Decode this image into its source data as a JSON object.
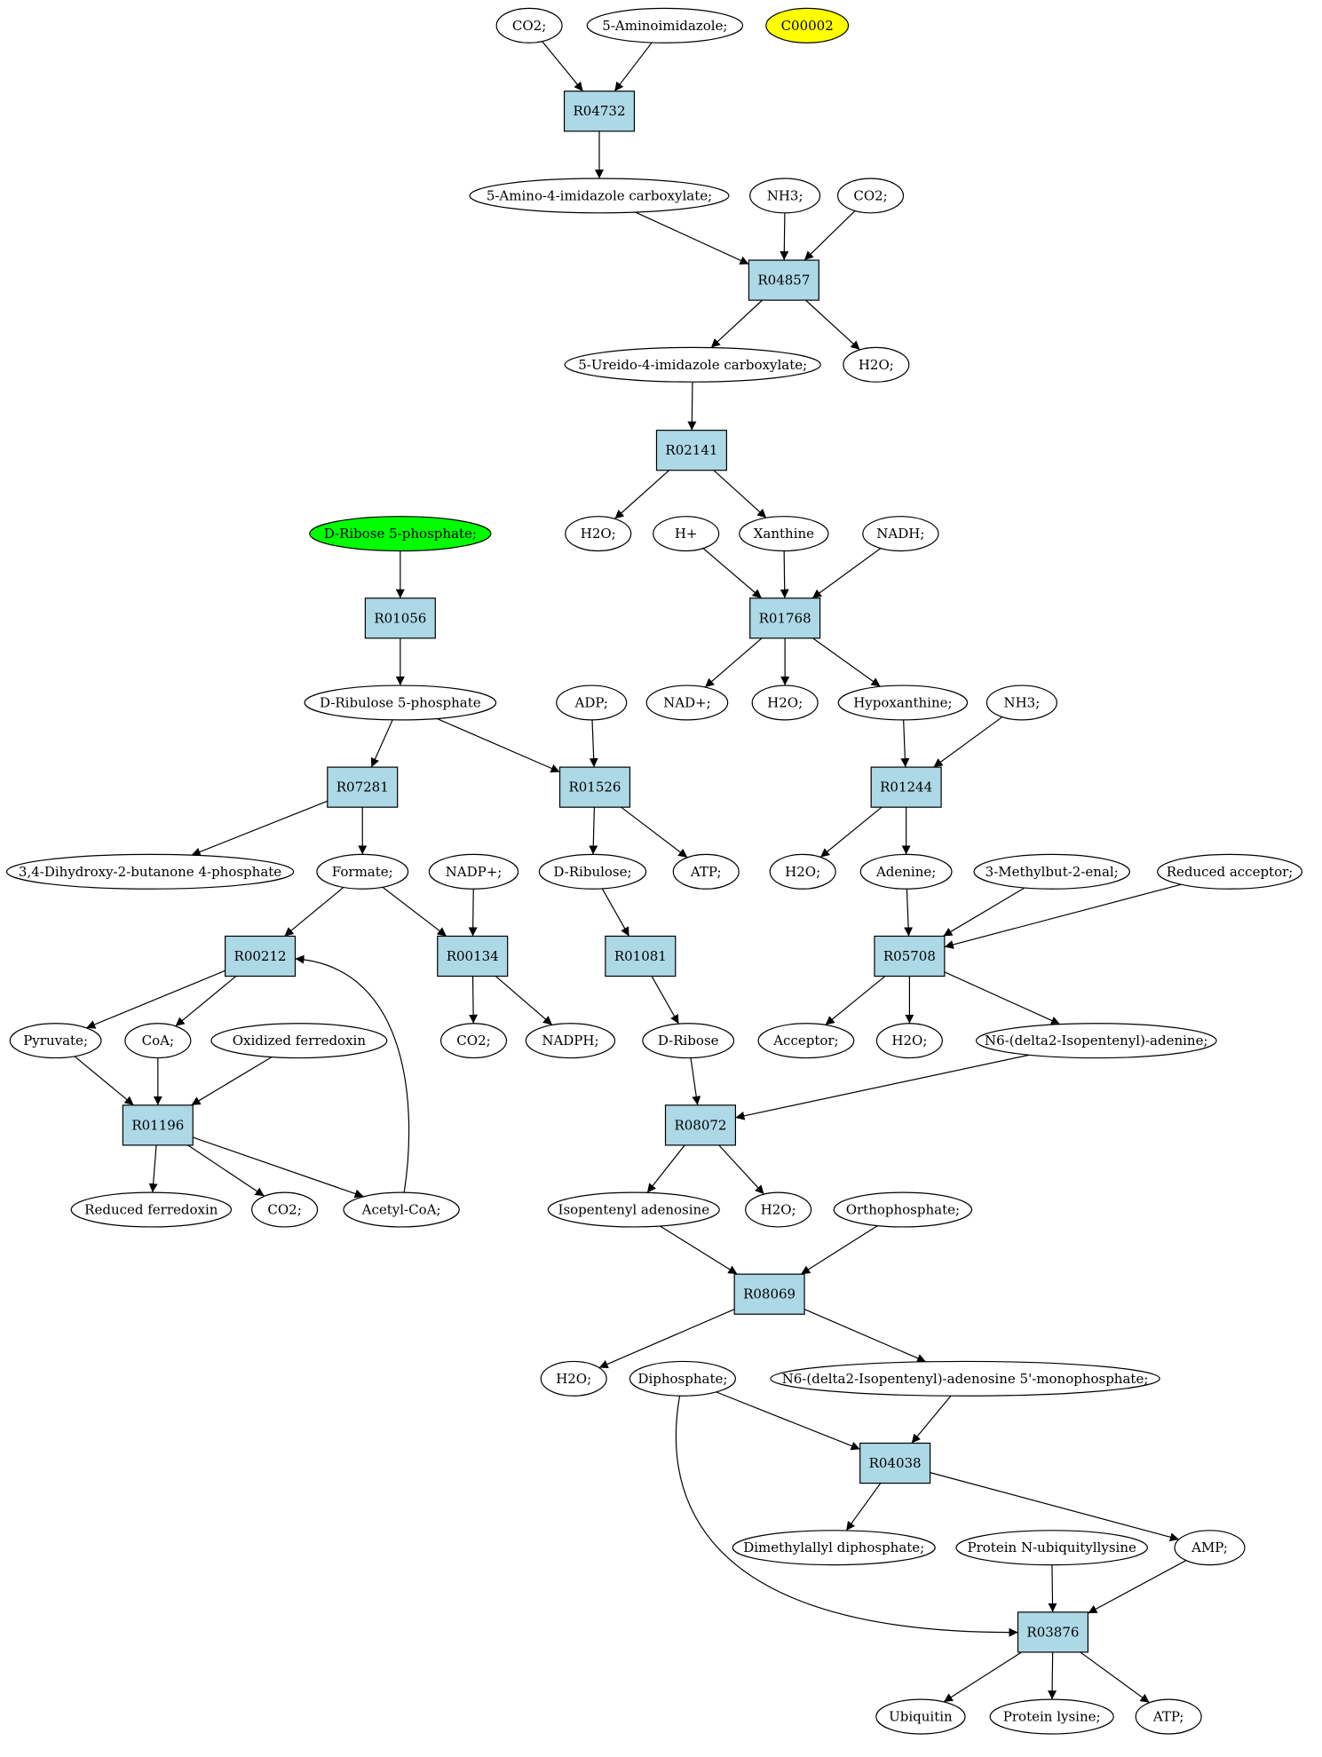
{
  "colors": {
    "reaction_fill": "#add8e6",
    "compound_fill": "#ffffff",
    "highlight_start": "#00ff00",
    "highlight_query": "#ffff00",
    "edge": "#000000"
  },
  "nodes": {
    "co2_1": {
      "label": "CO2;",
      "shape": "ellipse"
    },
    "aminoimidazole": {
      "label": "5-Aminoimidazole;",
      "shape": "ellipse"
    },
    "c00002": {
      "label": "C00002",
      "shape": "ellipse",
      "fill": "highlight_query"
    },
    "r04732": {
      "label": "R04732",
      "shape": "box"
    },
    "amino_imid_carbox": {
      "label": "5-Amino-4-imidazole carboxylate;",
      "shape": "ellipse"
    },
    "nh3_1": {
      "label": "NH3;",
      "shape": "ellipse"
    },
    "co2_2": {
      "label": "CO2;",
      "shape": "ellipse"
    },
    "r04857": {
      "label": "R04857",
      "shape": "box"
    },
    "ureido_imid_carbox": {
      "label": "5-Ureido-4-imidazole carboxylate;",
      "shape": "ellipse"
    },
    "h2o_1": {
      "label": "H2O;",
      "shape": "ellipse"
    },
    "r02141": {
      "label": "R02141",
      "shape": "box"
    },
    "ribose5p": {
      "label": "D-Ribose 5-phosphate;",
      "shape": "ellipse",
      "fill": "highlight_start"
    },
    "h2o_2": {
      "label": "H2O;",
      "shape": "ellipse"
    },
    "hplus": {
      "label": "H+",
      "shape": "ellipse"
    },
    "xanthine": {
      "label": "Xanthine",
      "shape": "ellipse"
    },
    "nadh": {
      "label": "NADH;",
      "shape": "ellipse"
    },
    "r01056": {
      "label": "R01056",
      "shape": "box"
    },
    "r01768": {
      "label": "R01768",
      "shape": "box"
    },
    "ribulose5p": {
      "label": "D-Ribulose 5-phosphate",
      "shape": "ellipse"
    },
    "adp": {
      "label": "ADP;",
      "shape": "ellipse"
    },
    "nadplus": {
      "label": "NAD+;",
      "shape": "ellipse"
    },
    "h2o_3": {
      "label": "H2O;",
      "shape": "ellipse"
    },
    "hypoxanthine": {
      "label": "Hypoxanthine;",
      "shape": "ellipse"
    },
    "nh3_2": {
      "label": "NH3;",
      "shape": "ellipse"
    },
    "r07281": {
      "label": "R07281",
      "shape": "box"
    },
    "r01526": {
      "label": "R01526",
      "shape": "box"
    },
    "r01244": {
      "label": "R01244",
      "shape": "box"
    },
    "dihydroxybutanone": {
      "label": "3,4-Dihydroxy-2-butanone 4-phosphate",
      "shape": "ellipse"
    },
    "formate": {
      "label": "Formate;",
      "shape": "ellipse"
    },
    "nadpplus": {
      "label": "NADP+;",
      "shape": "ellipse"
    },
    "ribulose": {
      "label": "D-Ribulose;",
      "shape": "ellipse"
    },
    "atp_1": {
      "label": "ATP;",
      "shape": "ellipse"
    },
    "h2o_4": {
      "label": "H2O;",
      "shape": "ellipse"
    },
    "adenine": {
      "label": "Adenine;",
      "shape": "ellipse"
    },
    "methylbutenal": {
      "label": "3-Methylbut-2-enal;",
      "shape": "ellipse"
    },
    "reduced_acceptor": {
      "label": "Reduced acceptor;",
      "shape": "ellipse"
    },
    "r00212": {
      "label": "R00212",
      "shape": "box"
    },
    "r00134": {
      "label": "R00134",
      "shape": "box"
    },
    "r01081": {
      "label": "R01081",
      "shape": "box"
    },
    "r05708": {
      "label": "R05708",
      "shape": "box"
    },
    "pyruvate": {
      "label": "Pyruvate;",
      "shape": "ellipse"
    },
    "coa": {
      "label": "CoA;",
      "shape": "ellipse"
    },
    "oxidized_ferredoxin": {
      "label": "Oxidized ferredoxin",
      "shape": "ellipse"
    },
    "co2_3": {
      "label": "CO2;",
      "shape": "ellipse"
    },
    "nadph": {
      "label": "NADPH;",
      "shape": "ellipse"
    },
    "dribose": {
      "label": "D-Ribose",
      "shape": "ellipse"
    },
    "acceptor": {
      "label": "Acceptor;",
      "shape": "ellipse"
    },
    "h2o_5": {
      "label": "H2O;",
      "shape": "ellipse"
    },
    "n6_isopentenyl_adenine": {
      "label": "N6-(delta2-Isopentenyl)-adenine;",
      "shape": "ellipse"
    },
    "r01196": {
      "label": "R01196",
      "shape": "box"
    },
    "r08072": {
      "label": "R08072",
      "shape": "box"
    },
    "reduced_ferredoxin": {
      "label": "Reduced ferredoxin",
      "shape": "ellipse"
    },
    "co2_4": {
      "label": "CO2;",
      "shape": "ellipse"
    },
    "acetylcoa": {
      "label": "Acetyl-CoA;",
      "shape": "ellipse"
    },
    "isopentenyl_adenosine": {
      "label": "Isopentenyl adenosine",
      "shape": "ellipse"
    },
    "h2o_6": {
      "label": "H2O;",
      "shape": "ellipse"
    },
    "orthophosphate": {
      "label": "Orthophosphate;",
      "shape": "ellipse"
    },
    "r08069": {
      "label": "R08069",
      "shape": "box"
    },
    "h2o_7": {
      "label": "H2O;",
      "shape": "ellipse"
    },
    "diphosphate": {
      "label": "Diphosphate;",
      "shape": "ellipse"
    },
    "n6_amp": {
      "label": "N6-(delta2-Isopentenyl)-adenosine 5'-monophosphate;",
      "shape": "ellipse"
    },
    "r04038": {
      "label": "R04038",
      "shape": "box"
    },
    "dmapp": {
      "label": "Dimethylallyl diphosphate;",
      "shape": "ellipse"
    },
    "protein_ubiq": {
      "label": "Protein N-ubiquityllysine",
      "shape": "ellipse"
    },
    "amp": {
      "label": "AMP;",
      "shape": "ellipse"
    },
    "r03876": {
      "label": "R03876",
      "shape": "box"
    },
    "ubiquitin": {
      "label": "Ubiquitin",
      "shape": "ellipse"
    },
    "protein_lysine": {
      "label": "Protein lysine;",
      "shape": "ellipse"
    },
    "atp_2": {
      "label": "ATP;",
      "shape": "ellipse"
    }
  },
  "edges": [
    [
      "co2_1",
      "r04732"
    ],
    [
      "aminoimidazole",
      "r04732"
    ],
    [
      "r04732",
      "amino_imid_carbox"
    ],
    [
      "amino_imid_carbox",
      "r04857"
    ],
    [
      "nh3_1",
      "r04857"
    ],
    [
      "co2_2",
      "r04857"
    ],
    [
      "r04857",
      "ureido_imid_carbox"
    ],
    [
      "r04857",
      "h2o_1"
    ],
    [
      "ureido_imid_carbox",
      "r02141"
    ],
    [
      "r02141",
      "h2o_2"
    ],
    [
      "r02141",
      "xanthine"
    ],
    [
      "hplus",
      "r01768"
    ],
    [
      "xanthine",
      "r01768"
    ],
    [
      "nadh",
      "r01768"
    ],
    [
      "r01768",
      "nadplus"
    ],
    [
      "r01768",
      "h2o_3"
    ],
    [
      "r01768",
      "hypoxanthine"
    ],
    [
      "ribose5p",
      "r01056"
    ],
    [
      "r01056",
      "ribulose5p"
    ],
    [
      "ribulose5p",
      "r07281"
    ],
    [
      "ribulose5p",
      "r01526"
    ],
    [
      "adp",
      "r01526"
    ],
    [
      "hypoxanthine",
      "r01244"
    ],
    [
      "nh3_2",
      "r01244"
    ],
    [
      "r07281",
      "dihydroxybutanone"
    ],
    [
      "r07281",
      "formate"
    ],
    [
      "r01526",
      "ribulose"
    ],
    [
      "r01526",
      "atp_1"
    ],
    [
      "r01244",
      "h2o_4"
    ],
    [
      "r01244",
      "adenine"
    ],
    [
      "formate",
      "r00212"
    ],
    [
      "formate",
      "r00134"
    ],
    [
      "nadpplus",
      "r00134"
    ],
    [
      "ribulose",
      "r01081"
    ],
    [
      "adenine",
      "r05708"
    ],
    [
      "methylbutenal",
      "r05708"
    ],
    [
      "reduced_acceptor",
      "r05708"
    ],
    [
      "r00212",
      "pyruvate"
    ],
    [
      "r00212",
      "coa"
    ],
    [
      "r00134",
      "co2_3"
    ],
    [
      "r00134",
      "nadph"
    ],
    [
      "r01081",
      "dribose"
    ],
    [
      "r05708",
      "acceptor"
    ],
    [
      "r05708",
      "h2o_5"
    ],
    [
      "r05708",
      "n6_isopentenyl_adenine"
    ],
    [
      "pyruvate",
      "r01196"
    ],
    [
      "coa",
      "r01196"
    ],
    [
      "oxidized_ferredoxin",
      "r01196"
    ],
    [
      "dribose",
      "r08072"
    ],
    [
      "n6_isopentenyl_adenine",
      "r08072"
    ],
    [
      "r01196",
      "reduced_ferredoxin"
    ],
    [
      "r01196",
      "co2_4"
    ],
    [
      "r01196",
      "acetylcoa"
    ],
    [
      "acetylcoa",
      "r00212"
    ],
    [
      "r08072",
      "isopentenyl_adenosine"
    ],
    [
      "r08072",
      "h2o_6"
    ],
    [
      "isopentenyl_adenosine",
      "r08069"
    ],
    [
      "orthophosphate",
      "r08069"
    ],
    [
      "r08069",
      "h2o_7"
    ],
    [
      "r08069",
      "n6_amp"
    ],
    [
      "diphosphate",
      "r04038"
    ],
    [
      "n6_amp",
      "r04038"
    ],
    [
      "r04038",
      "dmapp"
    ],
    [
      "r04038",
      "amp"
    ],
    [
      "diphosphate",
      "r03876"
    ],
    [
      "protein_ubiq",
      "r03876"
    ],
    [
      "amp",
      "r03876"
    ],
    [
      "r03876",
      "ubiquitin"
    ],
    [
      "r03876",
      "protein_lysine"
    ],
    [
      "r03876",
      "atp_2"
    ]
  ]
}
